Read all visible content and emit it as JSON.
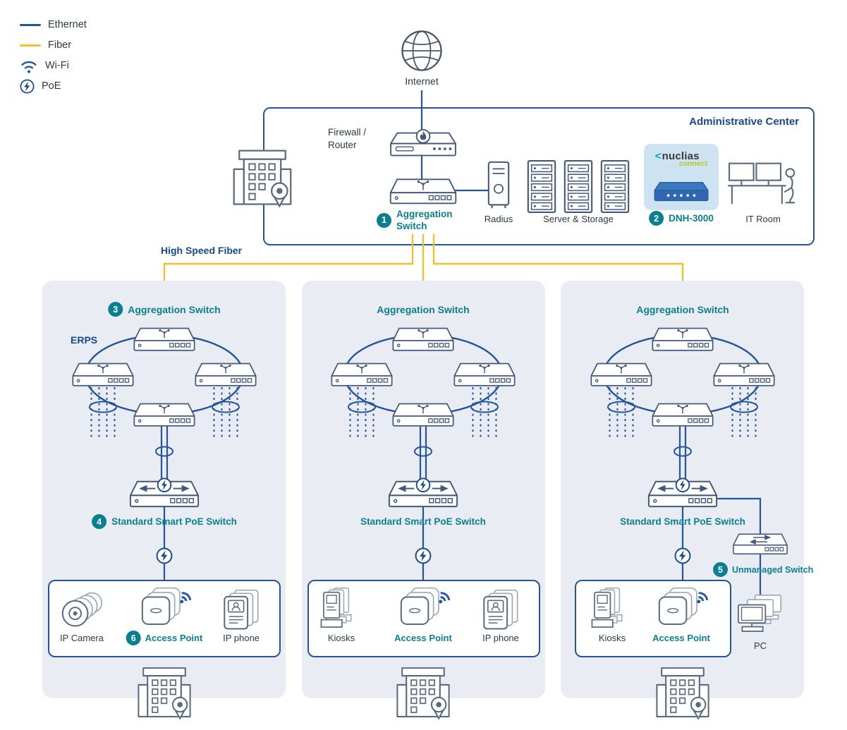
{
  "legend": {
    "ethernet": "Ethernet",
    "fiber": "Fiber",
    "wifi": "Wi-Fi",
    "poe": "PoE"
  },
  "internet_label": "Internet",
  "admin": {
    "title": "Administrative Center",
    "firewall_line1": "Firewall /",
    "firewall_line2": "Router",
    "agg_badge": "1",
    "agg_line1": "Aggregation",
    "agg_line2": "Switch",
    "radius_label": "Radius",
    "server_storage_label": "Server & Storage",
    "dnh_badge": "2",
    "dnh_label": "DNH-3000",
    "brand_mark": "<",
    "brand": "nuclias",
    "brand_sub": "connect",
    "it_room_label": "IT Room"
  },
  "fiber_label": "High Speed Fiber",
  "panels": [
    {
      "badge": "3",
      "title": "Aggregation Switch",
      "erps_label": "ERPS",
      "poe_badge": "4",
      "poe_title": "Standard Smart PoE Switch",
      "devices": [
        {
          "label": "IP Camera"
        },
        {
          "badge": "6",
          "label": "Access Point"
        },
        {
          "label": "IP phone"
        }
      ]
    },
    {
      "title": "Aggregation Switch",
      "poe_title": "Standard Smart PoE Switch",
      "devices": [
        {
          "label": "Kiosks"
        },
        {
          "label": "Access Point"
        },
        {
          "label": "IP phone"
        }
      ]
    },
    {
      "title": "Aggregation Switch",
      "poe_title": "Standard Smart PoE Switch",
      "devices": [
        {
          "label": "Kiosks"
        },
        {
          "label": "Access Point"
        }
      ],
      "unmanaged_badge": "5",
      "unmanaged_label": "Unmanaged Switch",
      "pc_label": "PC"
    }
  ],
  "colors": {
    "ethernet_blue": "#24549c",
    "fiber_yellow": "#efc12f",
    "accent_teal": "#0a7f8f",
    "heading_blue": "#17488f",
    "panel_bg": "#e9edf3",
    "nuclias_green": "#b5c918",
    "nuclias_teal": "#00a7b5",
    "dnh_panel_bg": "#cde3f1"
  }
}
